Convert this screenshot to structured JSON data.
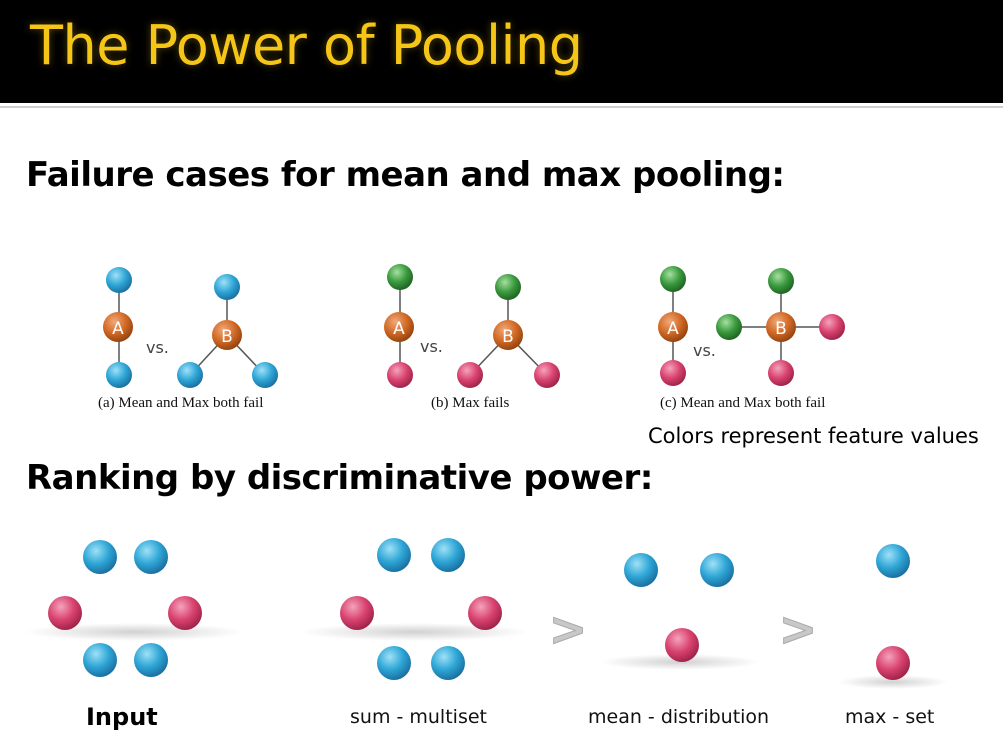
{
  "title": "The Power of Pooling",
  "heading_failure": "Failure cases for mean and max pooling:",
  "heading_ranking": "Ranking by discriminative power:",
  "captions": {
    "a": "(a) Mean and Max both fail",
    "b": "(b) Max fails",
    "c": "(c) Mean and Max both fail"
  },
  "note": "Colors represent feature values",
  "node_labels": {
    "A": "A",
    "B": "B"
  },
  "vs_label": "vs.",
  "comparators": {
    "first": ">",
    "second": ">"
  },
  "bottom_labels": {
    "input": "Input",
    "sum": "sum - multiset",
    "mean": "mean - distribution",
    "max": "max - set"
  },
  "colors": {
    "title": "#f5c518",
    "blue": "#2ea6d6",
    "pink": "#d9436f",
    "green": "#3a9a3e",
    "orange": "#d26a26",
    "comparator": "#c8c8c8"
  }
}
